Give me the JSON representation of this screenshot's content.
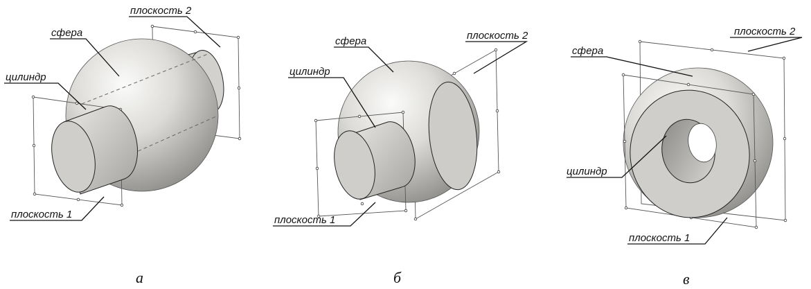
{
  "figures": [
    {
      "id": "a",
      "caption": "а",
      "labels": {
        "sphere": "сфера",
        "cylinder": "цилиндр",
        "plane1": "плоскость 1",
        "plane2": "плоскость 2"
      }
    },
    {
      "id": "b",
      "caption": "б",
      "labels": {
        "sphere": "сфера",
        "cylinder": "цилиндр",
        "plane1": "плоскость 1",
        "plane2": "плоскость 2"
      }
    },
    {
      "id": "c",
      "caption": "в",
      "labels": {
        "sphere": "сфера",
        "cylinder": "цилиндр",
        "plane1": "плоскость 1",
        "plane2": "плоскость 2"
      }
    }
  ],
  "colors": {
    "shape_light": "#f4f4f2",
    "shape_mid": "#c9c8c4",
    "shape_dark": "#8e8d89",
    "face": "#cfceca",
    "line": "#222222"
  }
}
